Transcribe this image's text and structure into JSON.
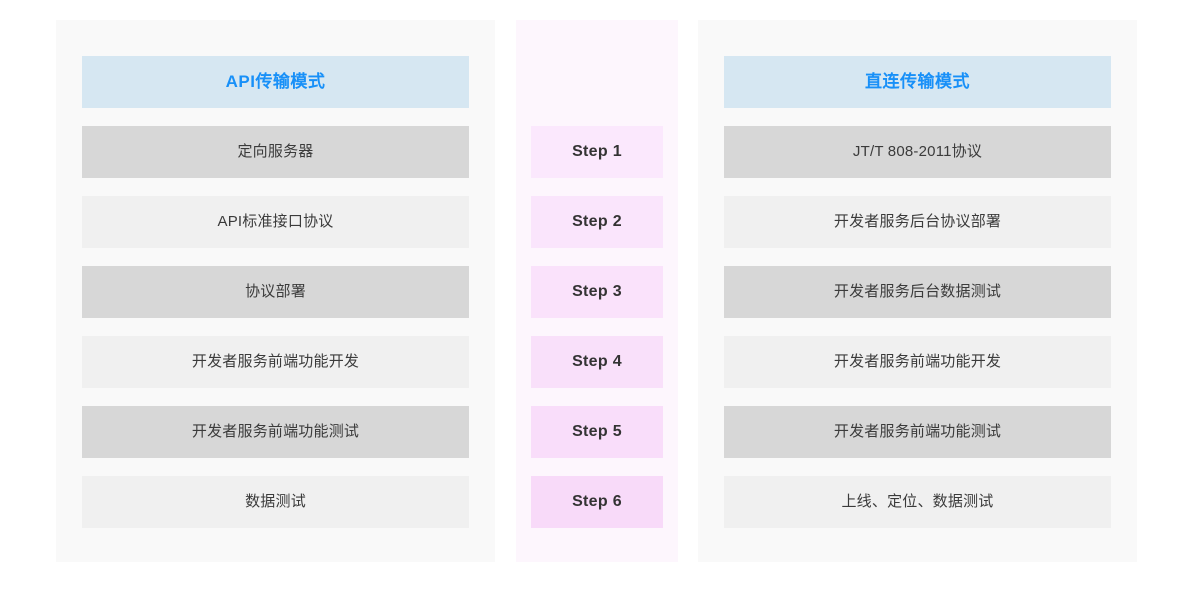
{
  "columns": {
    "left": {
      "header": "API传输模式",
      "rows": [
        {
          "label": "定向服务器",
          "tone": "dark"
        },
        {
          "label": "API标准接口协议",
          "tone": "light"
        },
        {
          "label": "协议部署",
          "tone": "dark"
        },
        {
          "label": "开发者服务前端功能开发",
          "tone": "light"
        },
        {
          "label": "开发者服务前端功能测试",
          "tone": "dark"
        },
        {
          "label": "数据测试",
          "tone": "light"
        }
      ]
    },
    "center": {
      "steps": [
        {
          "label": "Step 1",
          "color": "#fbe8fd"
        },
        {
          "label": "Step 2",
          "color": "#fae5fc"
        },
        {
          "label": "Step 3",
          "color": "#fae2fb"
        },
        {
          "label": "Step 4",
          "color": "#f9e0fa"
        },
        {
          "label": "Step 5",
          "color": "#f9ddfa"
        },
        {
          "label": "Step 6",
          "color": "#f8daf9"
        }
      ]
    },
    "right": {
      "header": "直连传输模式",
      "rows": [
        {
          "label": "JT/T 808-2011协议",
          "tone": "dark"
        },
        {
          "label": "开发者服务后台协议部署",
          "tone": "light"
        },
        {
          "label": "开发者服务后台数据测试",
          "tone": "dark"
        },
        {
          "label": "开发者服务前端功能开发",
          "tone": "light"
        },
        {
          "label": "开发者服务前端功能测试",
          "tone": "dark"
        },
        {
          "label": "上线、定位、数据测试",
          "tone": "light"
        }
      ]
    }
  },
  "colors": {
    "header_background": "#d6e7f2",
    "header_text": "#1890f8",
    "row_dark": "#d7d7d7",
    "row_light": "#f0f0f0",
    "panel_background": "#f9f9f9",
    "step_panel_background": "#fdf6fd",
    "step_text": "#333333",
    "row_text": "#3b3b3b"
  }
}
